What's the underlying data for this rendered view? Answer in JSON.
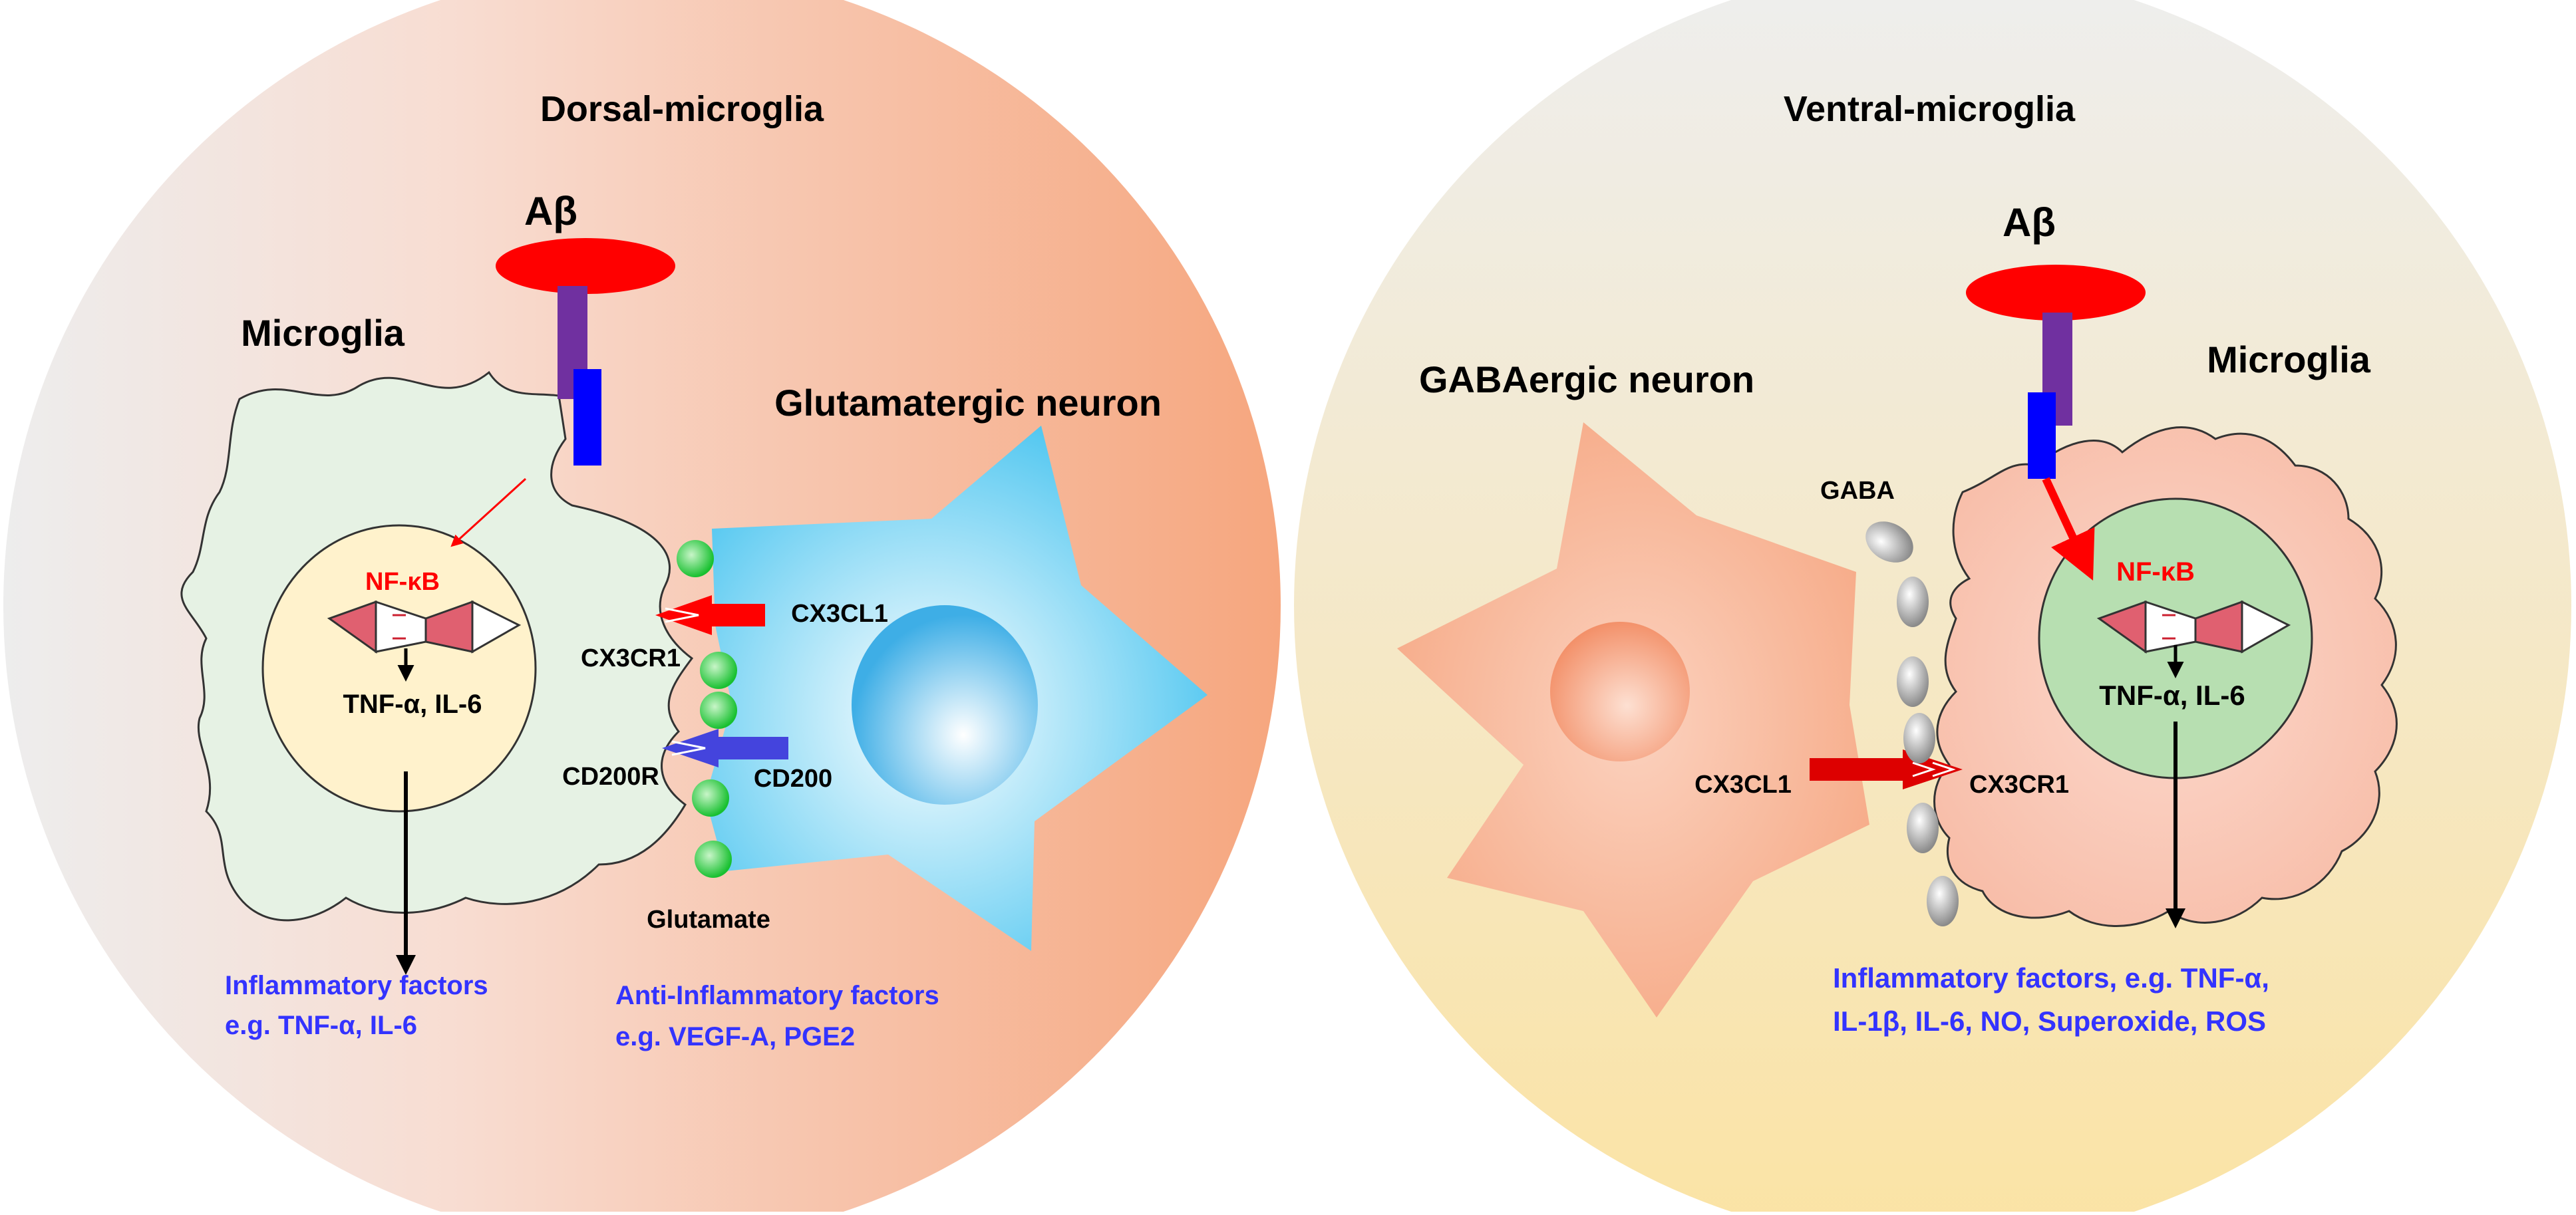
{
  "left_panel": {
    "title": "Dorsal-microglia",
    "abeta": "Aβ",
    "microglia_label": "Microglia",
    "neuron_label": "Glutamatergic neuron",
    "nfkb": "NF-κB",
    "cytokines": "TNF-α, IL-6",
    "cx3cl1": "CX3CL1",
    "cx3cr1": "CX3CR1",
    "cd200r": "CD200R",
    "cd200": "CD200",
    "glutamate": "Glutamate",
    "inflam_line1": "Inflammatory factors",
    "inflam_line2": "e.g. TNF-α, IL-6",
    "anti_line1": "Anti-Inflammatory factors",
    "anti_line2": "e.g. VEGF-A, PGE2"
  },
  "right_panel": {
    "title": "Ventral-microglia",
    "abeta": "Aβ",
    "microglia_label": "Microglia",
    "neuron_label": "GABAergic neuron",
    "gaba": "GABA",
    "nfkb": "NF-κB",
    "cytokines": "TNF-α, IL-6",
    "cx3cl1": "CX3CL1",
    "cx3cr1": "CX3CR1",
    "inflam_line1": "Inflammatory factors, e.g. TNF-α,",
    "inflam_line2": "IL-1β, IL-6, NO, Superoxide, ROS"
  },
  "colors": {
    "label_red": "#ff0000",
    "label_blue": "#3333ff",
    "abeta_red": "#ff0000",
    "receptor_purple": "#7030a0",
    "receptor_blue": "#0000ff",
    "glutamate_green": "#22cc33",
    "neuron_blue": "#55c8f0",
    "neuron_orange": "#f6aa88",
    "microglia_green": "#e6f2e4",
    "microglia_pink": "#fbcfc0",
    "nucleus_yellow": "#fff2cc",
    "nucleus_green": "#b7dfb1"
  }
}
